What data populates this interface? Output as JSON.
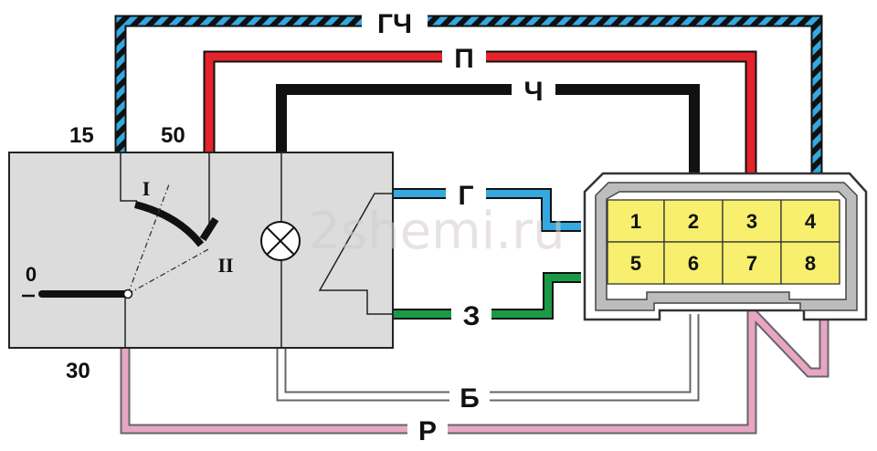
{
  "terminals": {
    "t15": "15",
    "t50": "50",
    "t30": "30",
    "pos0": "0",
    "posI": "I",
    "posII": "II"
  },
  "wires": {
    "blue_black": "ГЧ",
    "red": "П",
    "black": "Ч",
    "blue": "Г",
    "green": "З",
    "white": "Б",
    "pink": "Р"
  },
  "connector": {
    "pins": [
      "1",
      "2",
      "3",
      "4",
      "5",
      "6",
      "7",
      "8"
    ]
  },
  "watermark": "2shemi.ru",
  "colors": {
    "blue": "#35a8e0",
    "black": "#111111",
    "red": "#e4242a",
    "green": "#1a9a46",
    "pink": "#e8a6c4",
    "white": "#ffffff",
    "switch_body": "#dcdcdc",
    "connector_pin": "#f7ef6d"
  }
}
